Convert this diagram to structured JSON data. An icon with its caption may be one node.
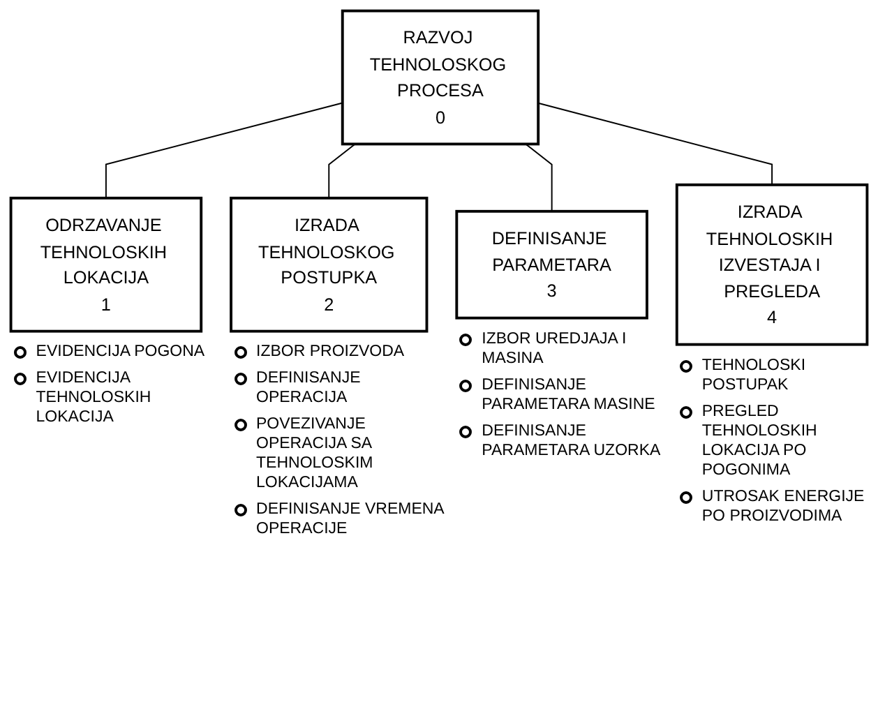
{
  "diagram": {
    "nodes": [
      {
        "text": [
          "RAZVOJ TEHNOLOSKOG PROCESA",
          "0"
        ]
      },
      {
        "text": [
          "ODRZAVANJE TEHNOLOSKIH LOKACIJA",
          "1"
        ],
        "beside": [
          "EVIDENCIJA POGONA",
          "EVIDENCIJA TEHNOLOSKIH LOKACIJA"
        ]
      },
      {
        "text": [
          "IZRADA TEHNOLOSKOG POSTUPKA",
          "2"
        ],
        "beside": [
          "IZBOR PROIZVODA",
          "DEFINISANJE OPERACIJA",
          "POVEZIVANJE OPERACIJA SA TEHNOLOSKIM LOKACIJAMA",
          "DEFINISANJE VREMENA OPERACIJE"
        ]
      },
      {
        "text": [
          "DEFINISANJE PARAMETARA",
          "3"
        ],
        "beside": [
          "IZBOR UREDJAJA I MASINA",
          "DEFINISANJE PARAMETARA MASINE",
          "DEFINISANJE PARAMETARA UZORKA"
        ]
      },
      {
        "text": [
          "IZRADA TEHNOLOSKIH IZVESTAJA I PREGLEDA",
          "4"
        ],
        "beside": [
          "TEHNOLOSKI POSTUPAK",
          "PREGLED TEHNOLOSKIH LOKACIJA PO POGONIMA",
          "UTROSAK ENERGIJE PO PROIZVODIMA"
        ]
      }
    ],
    "edges": [
      {
        "from": 0,
        "to": 1,
        "arrow": "none"
      },
      {
        "from": 0,
        "to": 2,
        "arrow": "none"
      },
      {
        "from": 0,
        "to": 3,
        "arrow": "none"
      },
      {
        "from": 0,
        "to": 4,
        "arrow": "none"
      }
    ]
  }
}
